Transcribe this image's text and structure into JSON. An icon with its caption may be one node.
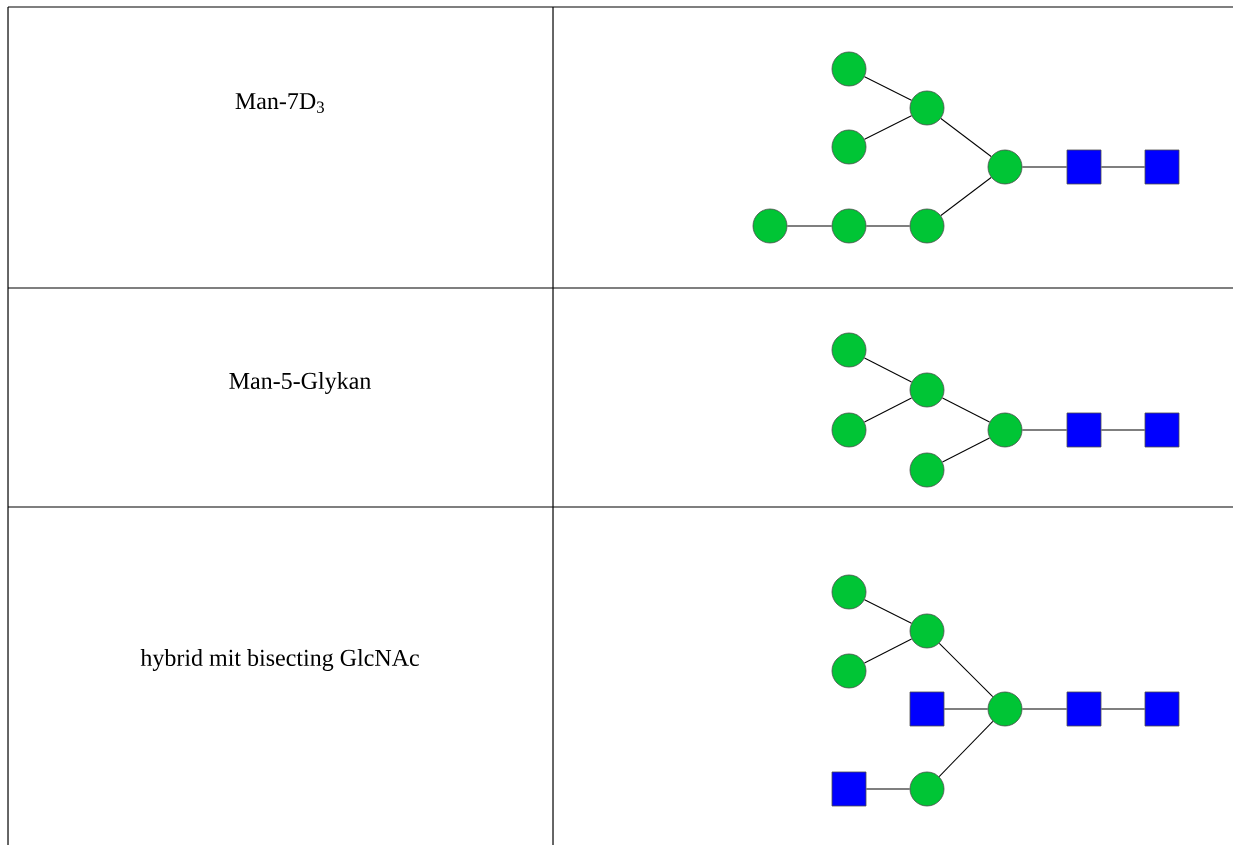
{
  "diagram": {
    "nodes": [
      {
        "text": [],
        "shape": "circle"
      },
      {
        "text": [],
        "shape": "circle"
      },
      {
        "text": [],
        "shape": "circle"
      },
      {
        "text": [],
        "shape": "circle"
      },
      {
        "text": [],
        "shape": "circle"
      },
      {
        "text": [],
        "shape": "circle"
      },
      {
        "text": [],
        "shape": "circle"
      },
      {
        "text": [],
        "shape": "box"
      },
      {
        "text": [],
        "shape": "box"
      },
      {
        "text": [],
        "shape": "circle"
      },
      {
        "text": [],
        "shape": "circle"
      },
      {
        "text": [],
        "shape": "circle"
      },
      {
        "text": [],
        "shape": "circle"
      },
      {
        "text": [],
        "shape": "circle"
      },
      {
        "text": [],
        "shape": "box"
      },
      {
        "text": [],
        "shape": "box"
      },
      {
        "text": [],
        "shape": "circle"
      },
      {
        "text": [],
        "shape": "circle"
      },
      {
        "text": [],
        "shape": "circle"
      },
      {
        "text": [],
        "shape": "box"
      },
      {
        "text": [],
        "shape": "circle"
      },
      {
        "text": [],
        "shape": "box"
      },
      {
        "text": [],
        "shape": "circle"
      },
      {
        "text": [],
        "shape": "box"
      },
      {
        "text": [],
        "shape": "box"
      }
    ],
    "edges": [
      {
        "from": 0,
        "to": 1,
        "arrow": "none"
      },
      {
        "from": 2,
        "to": 1,
        "arrow": "none"
      },
      {
        "from": 1,
        "to": 3,
        "arrow": "none"
      },
      {
        "from": 4,
        "to": 5,
        "arrow": "none"
      },
      {
        "from": 5,
        "to": 6,
        "arrow": "none"
      },
      {
        "from": 6,
        "to": 3,
        "arrow": "none"
      },
      {
        "from": 3,
        "to": 7,
        "arrow": "none"
      },
      {
        "from": 7,
        "to": 8,
        "arrow": "none"
      },
      {
        "from": 9,
        "to": 10,
        "arrow": "none"
      },
      {
        "from": 11,
        "to": 10,
        "arrow": "none"
      },
      {
        "from": 10,
        "to": 12,
        "arrow": "none"
      },
      {
        "from": 13,
        "to": 12,
        "arrow": "none"
      },
      {
        "from": 12,
        "to": 14,
        "arrow": "none"
      },
      {
        "from": 14,
        "to": 15,
        "arrow": "none"
      },
      {
        "from": 16,
        "to": 17,
        "arrow": "none"
      },
      {
        "from": 18,
        "to": 17,
        "arrow": "none"
      },
      {
        "from": 17,
        "to": 20,
        "arrow": "none"
      },
      {
        "from": 19,
        "to": 20,
        "arrow": "none"
      },
      {
        "from": 22,
        "to": 20,
        "arrow": "none"
      },
      {
        "from": 21,
        "to": 22,
        "arrow": "none"
      },
      {
        "from": 20,
        "to": 23,
        "arrow": "none"
      },
      {
        "from": 23,
        "to": 24,
        "arrow": "none"
      }
    ],
    "labels": [
      "Man-7D$_{3}$",
      "Man-5-Glykan",
      "hybrid mit bisecting GlcNAc"
    ]
  }
}
